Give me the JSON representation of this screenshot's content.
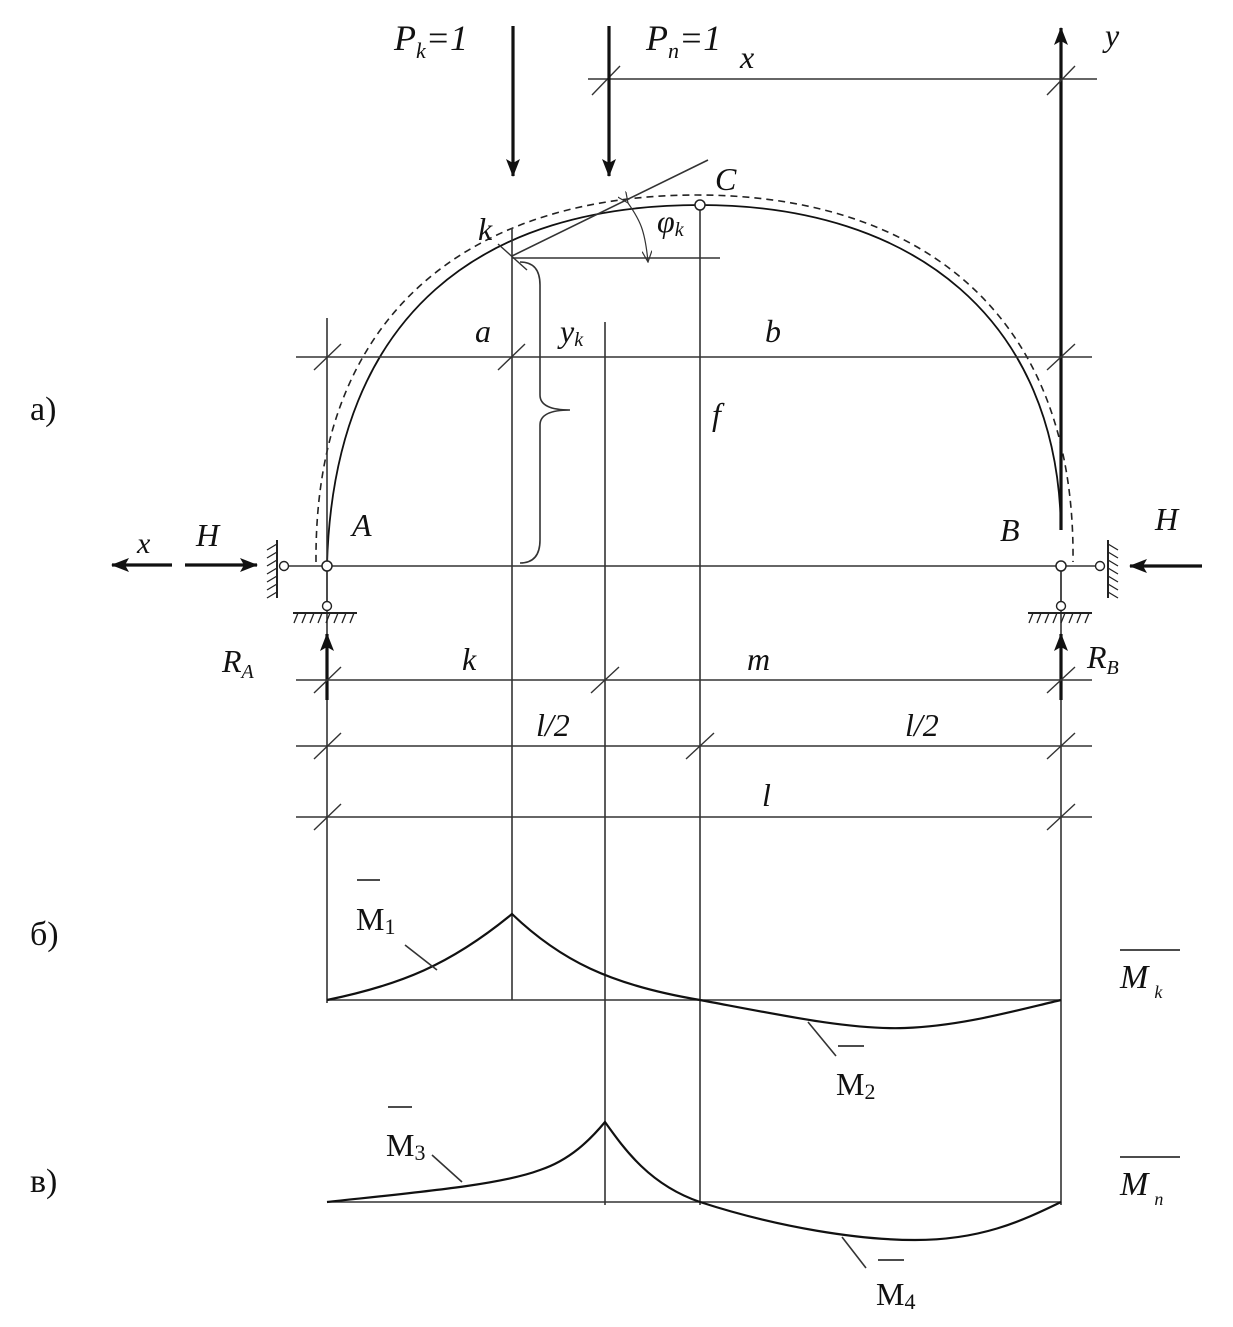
{
  "panel_labels": {
    "a": "а)",
    "b": "б)",
    "v": "в)"
  },
  "loads": {
    "pk": "P",
    "pk_sub": "k",
    "pk_val": "=1",
    "pn": "P",
    "pn_sub": "n",
    "pn_val": "=1"
  },
  "axes": {
    "x_top": "x",
    "y": "y",
    "x_left": "x"
  },
  "points": {
    "A": "A",
    "B": "B",
    "C": "C",
    "k": "k"
  },
  "angle": {
    "phi": "φ",
    "sub": "k"
  },
  "forces": {
    "H_left": "H",
    "H_right": "H",
    "RA": "R",
    "RA_sub": "A",
    "RB": "R",
    "RB_sub": "B"
  },
  "dims": {
    "a": "a",
    "yk": "y",
    "yk_sub": "k",
    "b": "b",
    "f": "f",
    "k": "k",
    "m": "m",
    "l_half_1": "l/2",
    "l_half_2": "l/2",
    "l": "l"
  },
  "diagrams": {
    "M1": "M",
    "M1_sub": "1",
    "M2": "M",
    "M2_sub": "2",
    "M3": "M",
    "M3_sub": "3",
    "M4": "M",
    "M4_sub": "4",
    "Mk": "M",
    "Mk_sub": "k",
    "Mn": "M",
    "Mn_sub": "n"
  }
}
